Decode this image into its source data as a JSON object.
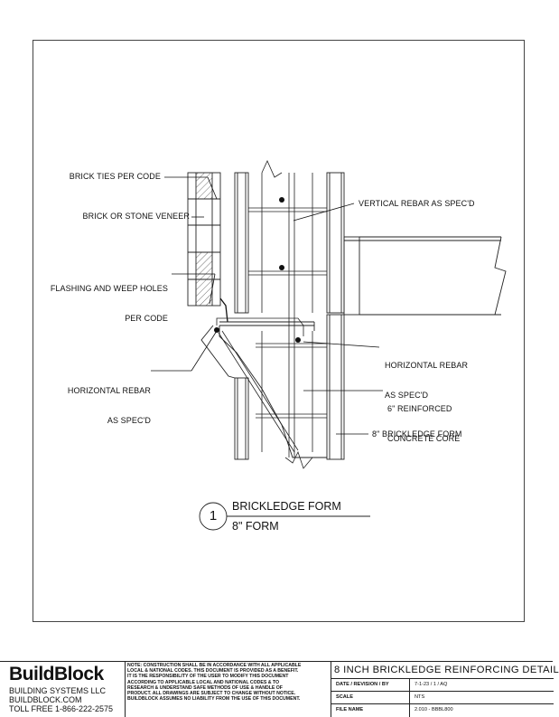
{
  "callouts": {
    "brick_ties": "BRICK TIES PER CODE",
    "brick_veneer": "BRICK OR STONE VENEER",
    "flashing_line1": "FLASHING AND WEEP HOLES",
    "flashing_line2": "PER CODE",
    "horizontal_rebar_left_line1": "HORIZONTAL REBAR",
    "horizontal_rebar_left_line2": "AS SPEC'D",
    "vertical_rebar": "VERTICAL REBAR AS SPEC'D",
    "horizontal_rebar_right_line1": "HORIZONTAL REBAR",
    "horizontal_rebar_right_line2": "AS SPEC'D",
    "concrete_core_line1": "6\" REINFORCED",
    "concrete_core_line2": "CONCRETE CORE",
    "brickledge_form": "8\" BRICKLEDGE FORM"
  },
  "detail_tag": {
    "number": "1",
    "title": "BRICKLEDGE FORM",
    "subtitle": "8\" FORM"
  },
  "title_block": {
    "logo": "BuildBlock",
    "company": "BUILDING SYSTEMS LLC",
    "website": "BUILDBLOCK.COM",
    "phone": "TOLL FREE 1-866-222-2575",
    "note_lines": [
      "NOTE: CONSTRUCTION SHALL BE IN ACCORDANCE WITH ALL APPLICABLE",
      "LOCAL & NATIONAL CODES. THIS DOCUMENT IS PROVIDED AS A BENEFIT.",
      "IT IS THE RESPONSIBILITY OF THE USER TO MODIFY THIS DOCUMENT",
      "ACCORDING TO APPLICABLE LOCAL AND NATIONAL CODES & TO",
      "RESEARCH & UNDERSTAND SAFE METHODS OF USE & HANDLE OF",
      "PRODUCT. ALL DRAWINGS ARE SUBJECT TO CHANGE WITHOUT NOTICE.",
      "BUILDBLOCK ASSUMES NO LIABILITY FROM THE USE OF THIS DOCUMENT."
    ],
    "sheet_title": "8 INCH BRICKLEDGE REINFORCING DETAIL",
    "rows": [
      {
        "label": "DATE / REVISION / BY",
        "value": "7-1-23 / 1 / AQ"
      },
      {
        "label": "SCALE",
        "value": "NTS"
      },
      {
        "label": "FILE NAME",
        "value": "2.010 - BBBL800"
      }
    ]
  }
}
